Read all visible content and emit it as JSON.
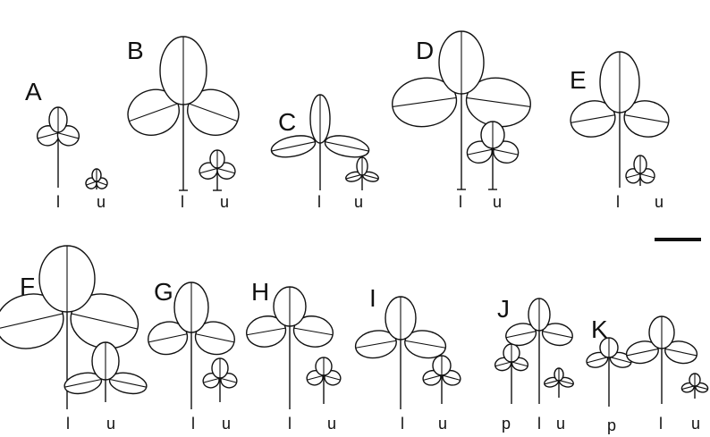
{
  "figure": {
    "panels": [
      {
        "letter": "A",
        "labels": [
          "l",
          "u"
        ]
      },
      {
        "letter": "B",
        "labels": [
          "l",
          "u"
        ]
      },
      {
        "letter": "C",
        "labels": [
          "l",
          "u"
        ]
      },
      {
        "letter": "D",
        "labels": [
          "l",
          "u"
        ]
      },
      {
        "letter": "E",
        "labels": [
          "l",
          "u"
        ]
      },
      {
        "letter": "F",
        "labels": [
          "l",
          "u"
        ]
      },
      {
        "letter": "G",
        "labels": [
          "l",
          "u"
        ]
      },
      {
        "letter": "H",
        "labels": [
          "l",
          "u"
        ]
      },
      {
        "letter": "I",
        "labels": [
          "l",
          "u"
        ]
      },
      {
        "letter": "J",
        "labels": [
          "p",
          "l",
          "u"
        ]
      },
      {
        "letter": "K",
        "labels": [
          "p",
          "l",
          "u"
        ]
      }
    ]
  }
}
